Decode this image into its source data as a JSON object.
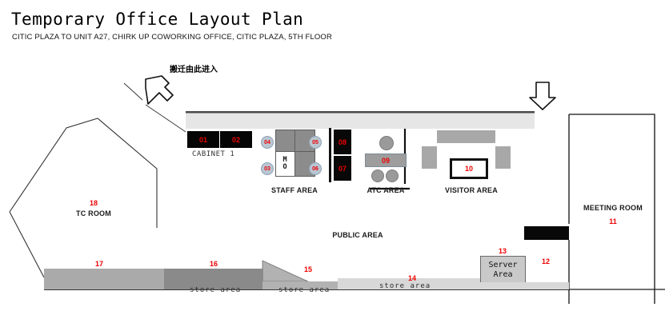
{
  "header": {
    "title": "Temporary Office Layout Plan",
    "subtitle": "CITIC PLAZA TO UNIT A27, CHIRK UP COWORKING OFFICE, CITIC PLAZA, 5TH FLOOR"
  },
  "annotations": {
    "entry_note": "搬迁由此进入",
    "entry_arrow_icon": "arrow-down-left-outline-icon",
    "top_right_arrow_icon": "arrow-down-outline-icon"
  },
  "colors": {
    "number_red": "#ee0000",
    "label_black": "#1a1a1a",
    "wall_gray": "#e6e6e6",
    "desk_gray": "#8c8c8c",
    "chair_blue": "#b9c6d2",
    "chair_gray": "#9a9a9a",
    "sofa_gray": "#a8a8a8",
    "store_17": "#aaaaaa",
    "store_16": "#8a8a8a",
    "store_15": "#b2b2b2",
    "store_14": "#d8d8d8",
    "server_gray": "#c9c9c9",
    "black_fill": "#080808"
  },
  "rooms": {
    "tc_room": {
      "number": "18",
      "label": "TC ROOM"
    },
    "meeting_room": {
      "number": "11",
      "label": "MEETING ROOM"
    },
    "public_area": {
      "label": "PUBLIC AREA"
    },
    "staff_area": {
      "label": "STAFF AREA"
    },
    "atc_area": {
      "label": "ATC  AREA"
    },
    "visitor_area": {
      "label": "VISITOR AREA"
    },
    "server_area": {
      "number": "13",
      "label_line1": "Server",
      "label_line2": "Area"
    },
    "cabinet_1": {
      "label": "CABINET  1"
    }
  },
  "desk_text": {
    "staff_desk_mo": "MO"
  },
  "items": [
    {
      "id": "01",
      "kind": "cabinet"
    },
    {
      "id": "02",
      "kind": "cabinet"
    },
    {
      "id": "03",
      "kind": "chair"
    },
    {
      "id": "04",
      "kind": "chair"
    },
    {
      "id": "05",
      "kind": "chair"
    },
    {
      "id": "06",
      "kind": "chair"
    },
    {
      "id": "07",
      "kind": "blackbox"
    },
    {
      "id": "08",
      "kind": "blackbox"
    },
    {
      "id": "09",
      "kind": "table"
    },
    {
      "id": "10",
      "kind": "tv"
    },
    {
      "id": "11",
      "kind": "room"
    },
    {
      "id": "12",
      "kind": "zone"
    },
    {
      "id": "13",
      "kind": "server"
    },
    {
      "id": "14",
      "kind": "store"
    },
    {
      "id": "15",
      "kind": "store"
    },
    {
      "id": "16",
      "kind": "store"
    },
    {
      "id": "17",
      "kind": "store"
    },
    {
      "id": "18",
      "kind": "room"
    }
  ],
  "store_areas": [
    {
      "number": "14",
      "label": "store area"
    },
    {
      "number": "15",
      "label": "store area"
    },
    {
      "number": "16",
      "label": "store area"
    },
    {
      "number": "17",
      "label": ""
    }
  ]
}
